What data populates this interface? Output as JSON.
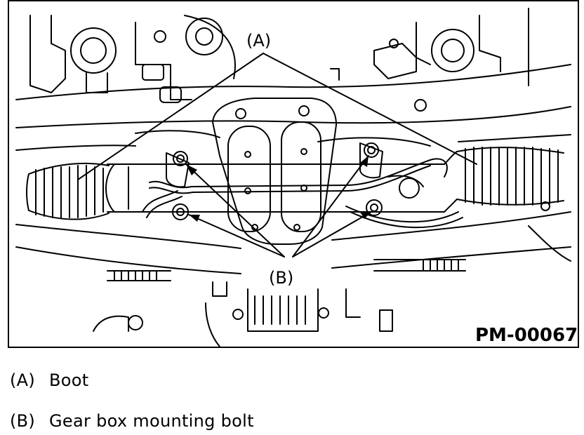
{
  "figure": {
    "id": "PM-00067",
    "callouts": {
      "a": "(A)",
      "b": "(B)"
    }
  },
  "legend": [
    {
      "key": "(A)",
      "text": "Boot"
    },
    {
      "key": "(B)",
      "text": "Gear box mounting bolt"
    }
  ]
}
